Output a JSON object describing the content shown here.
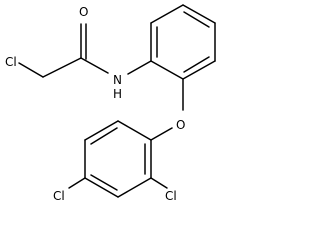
{
  "molecule": {
    "atom_labels": {
      "chlorine_chloroacetyl": "Cl",
      "carbonyl_oxygen": "O",
      "amide_nitrogen": "N",
      "amide_hydrogen": "H",
      "ether_oxygen": "O",
      "chlorine_ring_para": "Cl",
      "chlorine_ring_ortho": "Cl"
    }
  }
}
